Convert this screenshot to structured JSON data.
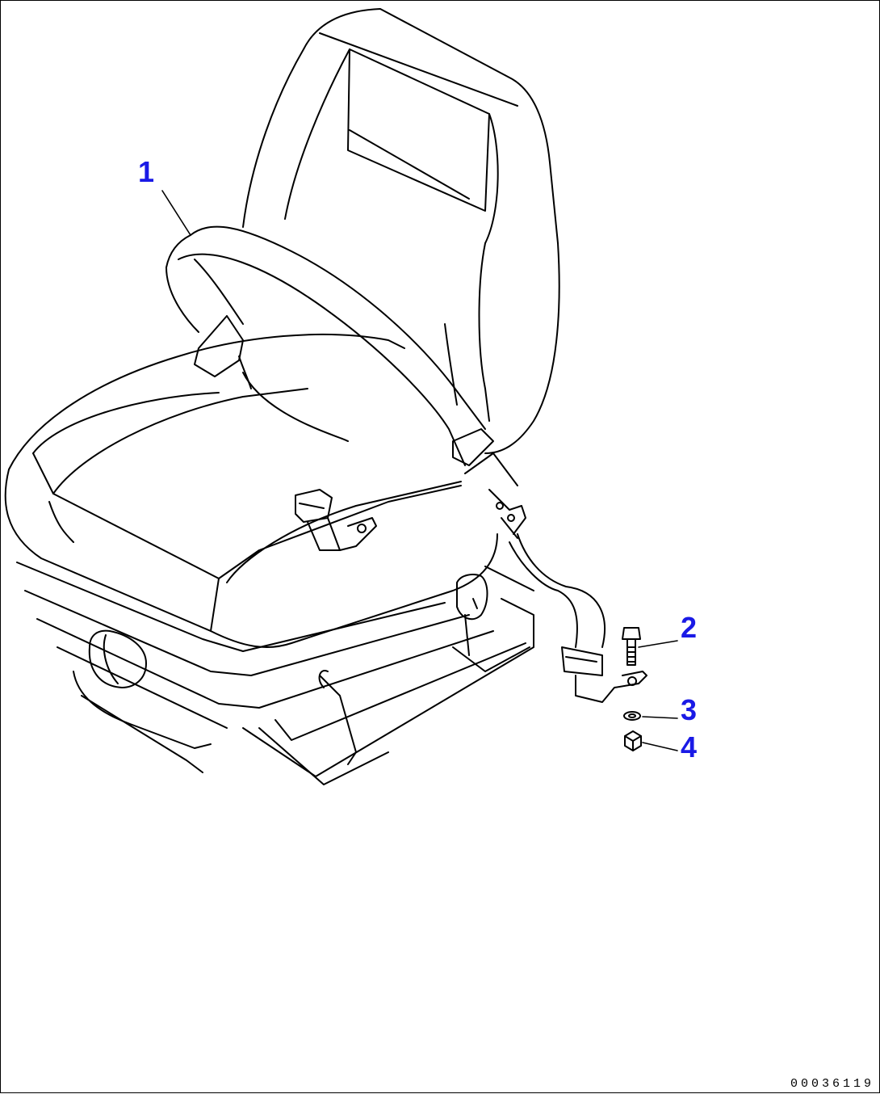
{
  "callouts": {
    "item_1": "1",
    "item_2": "2",
    "item_3": "3",
    "item_4": "4"
  },
  "figure_code": "00036119",
  "colors": {
    "callout": "#1a1ae6",
    "line": "#000000",
    "background": "#ffffff"
  }
}
